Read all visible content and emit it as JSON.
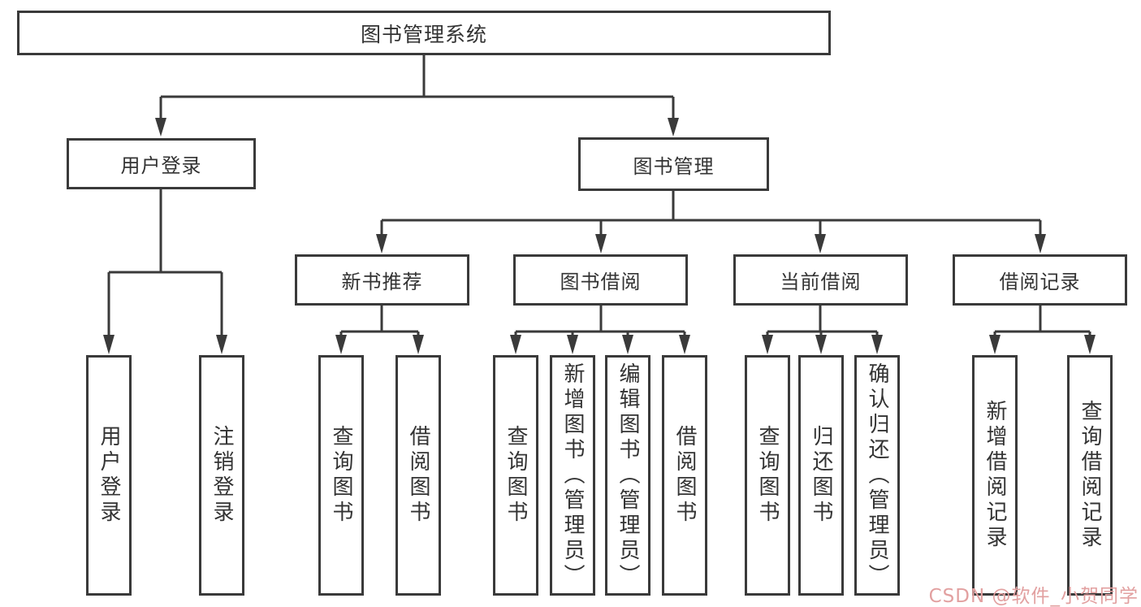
{
  "diagram_title": "图书管理系统",
  "tree": {
    "root": {
      "label": "图书管理系统"
    },
    "level2": [
      {
        "label": "用户登录"
      },
      {
        "label": "图书管理"
      }
    ],
    "level3": [
      {
        "label": "新书推荐",
        "parent": "图书管理"
      },
      {
        "label": "图书借阅",
        "parent": "图书管理"
      },
      {
        "label": "当前借阅",
        "parent": "图书管理"
      },
      {
        "label": "借阅记录",
        "parent": "图书管理"
      }
    ],
    "leaves": [
      {
        "label": "用户登录",
        "parent": "用户登录"
      },
      {
        "label": "注销登录",
        "parent": "用户登录"
      },
      {
        "label": "查询图书",
        "parent": "新书推荐"
      },
      {
        "label": "借阅图书",
        "parent": "新书推荐"
      },
      {
        "label": "查询图书",
        "parent": "图书借阅"
      },
      {
        "label": "新增图书（管理员）",
        "parent": "图书借阅"
      },
      {
        "label": "编辑图书（管理员）",
        "parent": "图书借阅"
      },
      {
        "label": "借阅图书",
        "parent": "图书借阅"
      },
      {
        "label": "查询图书",
        "parent": "当前借阅"
      },
      {
        "label": "归还图书",
        "parent": "当前借阅"
      },
      {
        "label": "确认归还（管理员）",
        "parent": "当前借阅"
      },
      {
        "label": "新增借阅记录",
        "parent": "借阅记录"
      },
      {
        "label": "查询借阅记录",
        "parent": "借阅记录"
      }
    ]
  },
  "watermark": {
    "text": "CSDN @软件_小贺同学",
    "color": "#e2a0a0"
  },
  "colors": {
    "line": "#3a3a3a",
    "box_border": "#3a3a3a",
    "text": "#333333",
    "background": "#ffffff"
  }
}
